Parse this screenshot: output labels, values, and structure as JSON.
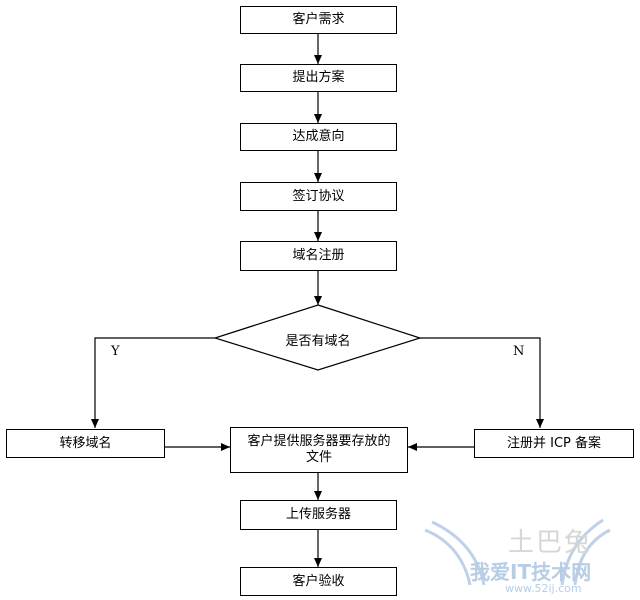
{
  "nodes": {
    "step1": "客户需求",
    "step2": "提出方案",
    "step3": "达成意向",
    "step4": "签订协议",
    "step5": "域名注册",
    "decision": "是否有域名",
    "left": "转移域名",
    "center": "客户提供服务器要存放的文件",
    "right": "注册并 ICP 备案",
    "step_upload": "上传服务器",
    "step_accept": "客户验收"
  },
  "branch_labels": {
    "yes": "Y",
    "no": "N"
  },
  "watermark": {
    "brand": "土巴兔",
    "site_name": "我爱IT技术网",
    "url": "www.52ij.com"
  },
  "colors": {
    "line": "#000000",
    "watermark": "#b7cde6"
  }
}
